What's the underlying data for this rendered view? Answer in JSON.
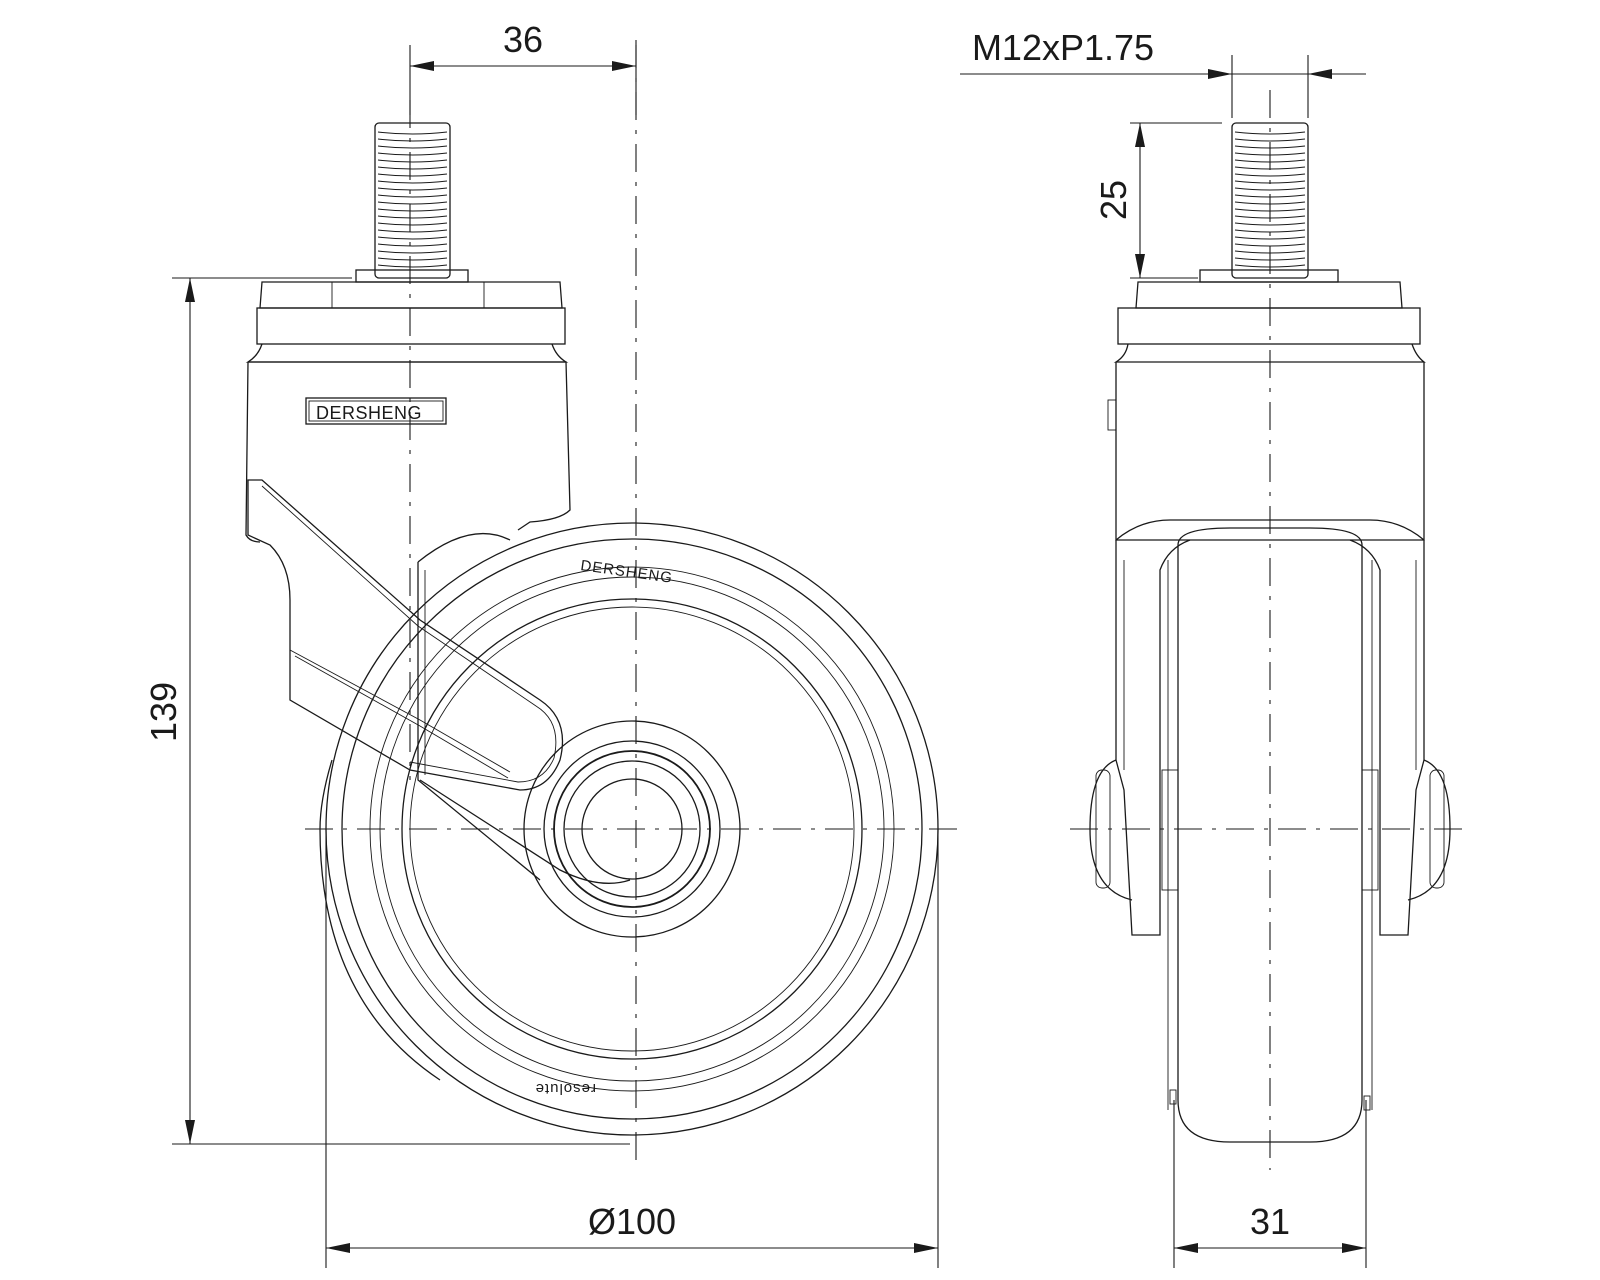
{
  "drawing": {
    "front_view": {
      "brand_on_housing": "DERSHENG",
      "brand_on_wheel": "DERSHENG",
      "tread_marking": "resolute"
    },
    "side_view": {}
  },
  "dimensions": {
    "offset": "36",
    "thread": "M12xP1.75",
    "stem_length": "25",
    "overall_height": "139",
    "wheel_diameter": "Ø100",
    "wheel_width": "31"
  },
  "colors": {
    "line": "#1a1a1a",
    "background": "#ffffff"
  }
}
